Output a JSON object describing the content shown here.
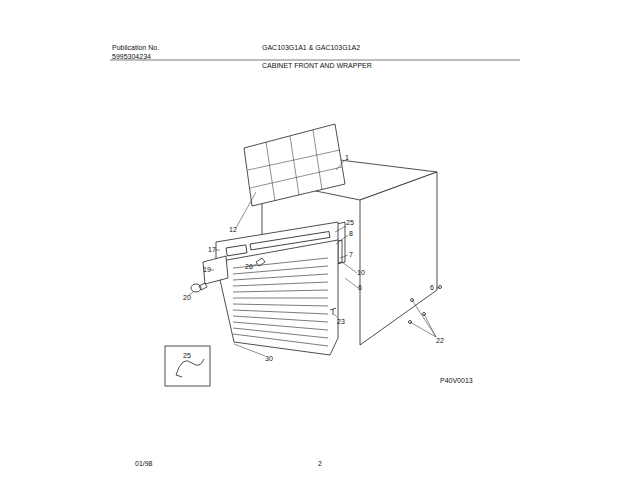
{
  "diagram": {
    "title": "CABINET FRONT AND WRAPPER",
    "labels": [
      "Publication No.",
      "5995304234",
      "GAC103G1A1 & GAC103G1A2",
      "1",
      "12",
      "17",
      "25",
      "8",
      "26",
      "7",
      "19",
      "10",
      "6",
      "20",
      "6",
      "23",
      "22",
      "30",
      "25",
      "P40V0013",
      "01/98",
      "2"
    ]
  }
}
